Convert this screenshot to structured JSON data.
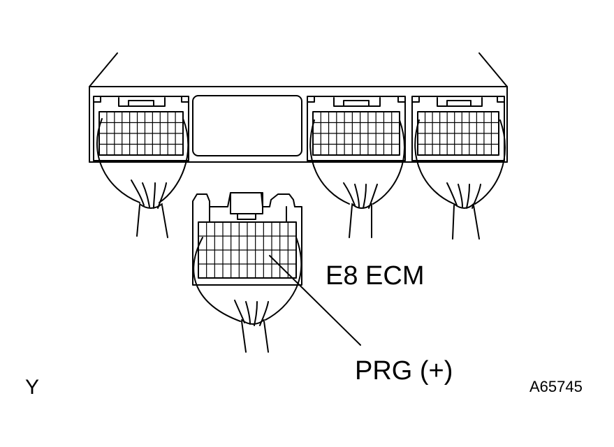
{
  "labels": {
    "connector": "E8 ECM",
    "pin": "PRG (+)",
    "corner_letter": "Y",
    "figure_id": "A65745"
  }
}
